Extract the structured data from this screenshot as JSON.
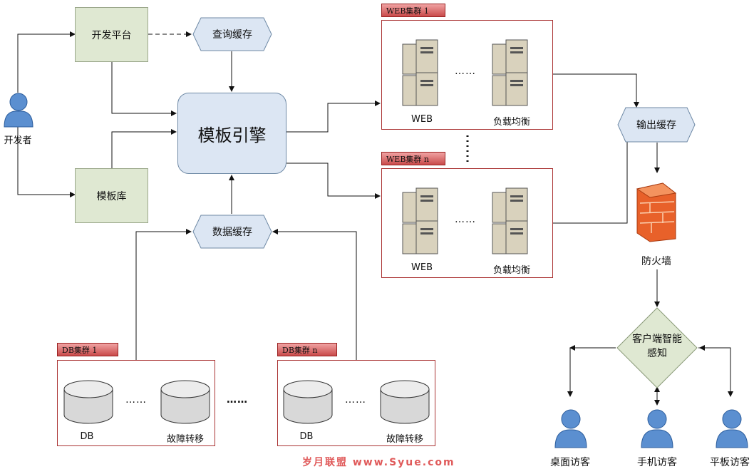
{
  "nodes": {
    "dev_platform": "开发平台",
    "template_lib": "模板库",
    "query_cache": "查询缓存",
    "template_engine": "模板引擎",
    "data_cache": "数据缓存",
    "output_cache": "输出缓存",
    "firewall": "防火墙",
    "client_detect": "客户端智能感知",
    "developer": "开发者"
  },
  "web_clusters": [
    {
      "tab": "WEB集群 1",
      "left_label": "WEB",
      "right_label": "负载均衡",
      "dots": "……"
    },
    {
      "tab": "WEB集群 n",
      "left_label": "WEB",
      "right_label": "负载均衡",
      "dots": "……"
    }
  ],
  "db_clusters": [
    {
      "tab": "DB集群 1",
      "left_label": "DB",
      "right_label": "故障转移",
      "dots": "……"
    },
    {
      "tab": "DB集群 n",
      "left_label": "DB",
      "right_label": "故障转移",
      "dots": "……"
    }
  ],
  "between_db": "……",
  "visitors": [
    "桌面访客",
    "手机访客",
    "平板访客"
  ],
  "watermark": "岁月联盟  www.Syue.com",
  "colors": {
    "green_box": "#dfe8d2",
    "engine": "#dce6f3",
    "cluster_border": "#aa3333",
    "person": "#5b8fd0",
    "firewall": "#e8612a"
  }
}
